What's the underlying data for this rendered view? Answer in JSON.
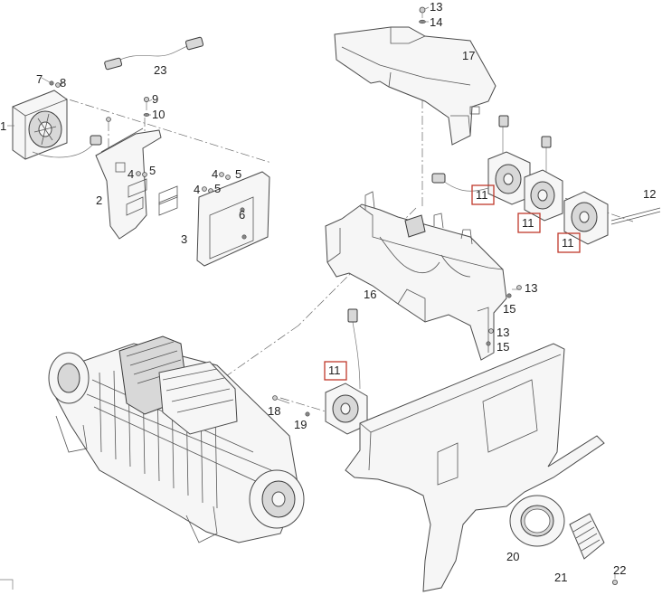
{
  "labels": {
    "l1": "1",
    "l2": "2",
    "l3": "3",
    "l4a": "4",
    "l4b": "4",
    "l4c": "4",
    "l5a": "5",
    "l5b": "5",
    "l5c": "5",
    "l6": "6",
    "l7": "7",
    "l8": "8",
    "l9": "9",
    "l10": "10",
    "l11a": "11",
    "l11b": "11",
    "l11c": "11",
    "l11d": "11",
    "l12": "12",
    "l13a": "13",
    "l13b": "13",
    "l13c": "13",
    "l14": "14",
    "l15a": "15",
    "l15b": "15",
    "l16": "16",
    "l17": "17",
    "l18": "18",
    "l19": "19",
    "l20": "20",
    "l21": "21",
    "l22": "22",
    "l23": "23"
  },
  "colors": {
    "callout_box": "#c0392b",
    "line": "#4a4a4a"
  }
}
